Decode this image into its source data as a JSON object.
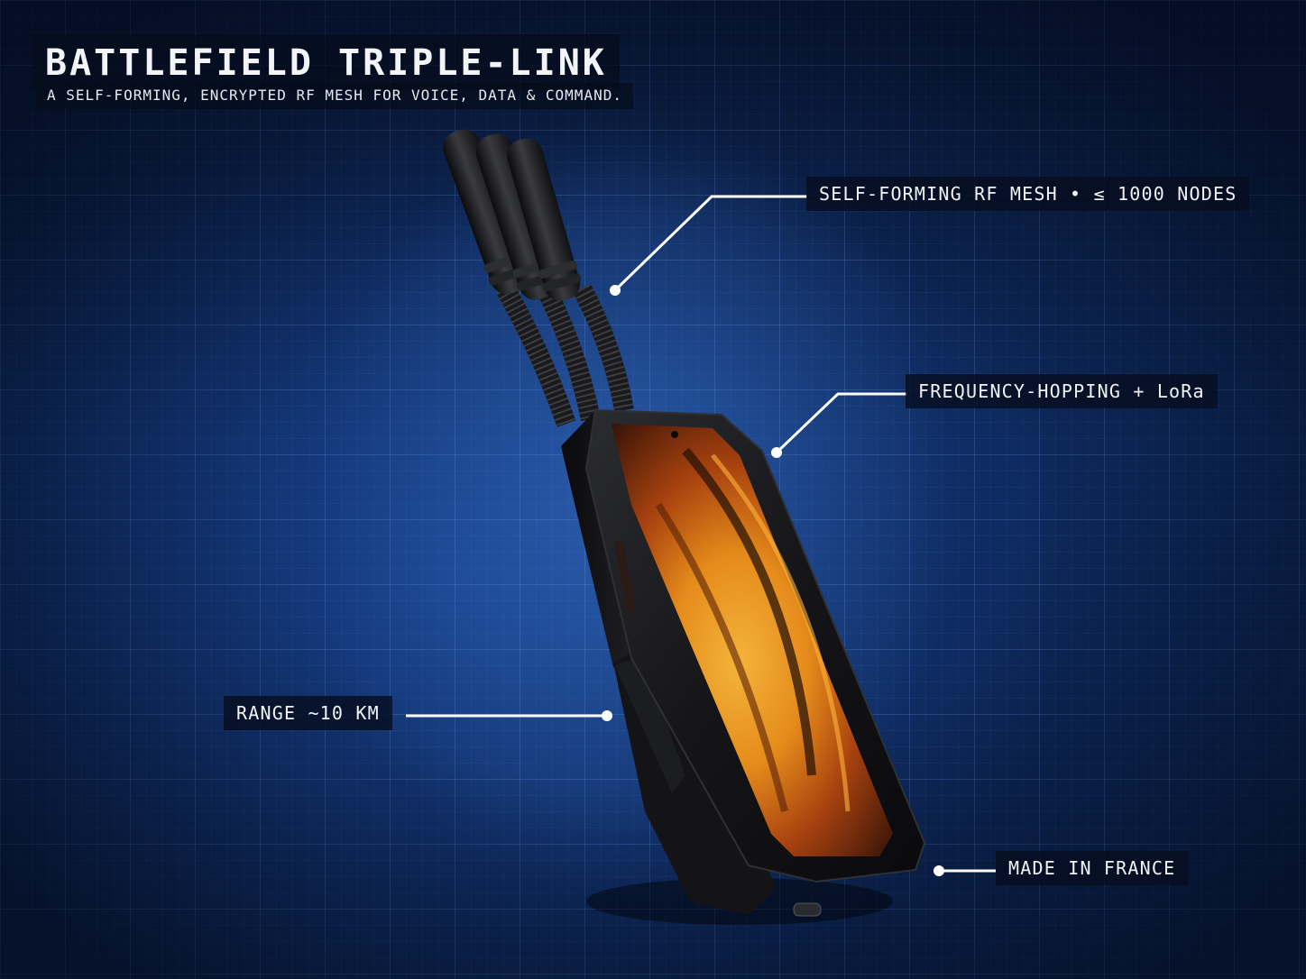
{
  "header": {
    "title": "BATTLEFIELD TRIPLE-LINK",
    "subtitle": "A SELF-FORMING, ENCRYPTED RF MESH FOR VOICE, DATA & COMMAND."
  },
  "callouts": {
    "mesh": "SELF-FORMING RF MESH • ≤ 1000 NODES",
    "frequency": "FREQUENCY-HOPPING + LoRa",
    "range": "RANGE ~10 KM",
    "origin": "MADE IN FRANCE"
  },
  "colors": {
    "background": "#0e2a5e",
    "grid": "#78aaff",
    "callout_line": "#ffffff",
    "screen_accent": "#e8901c"
  },
  "icons": [
    "antenna-cluster-icon",
    "rugged-phone-device"
  ]
}
